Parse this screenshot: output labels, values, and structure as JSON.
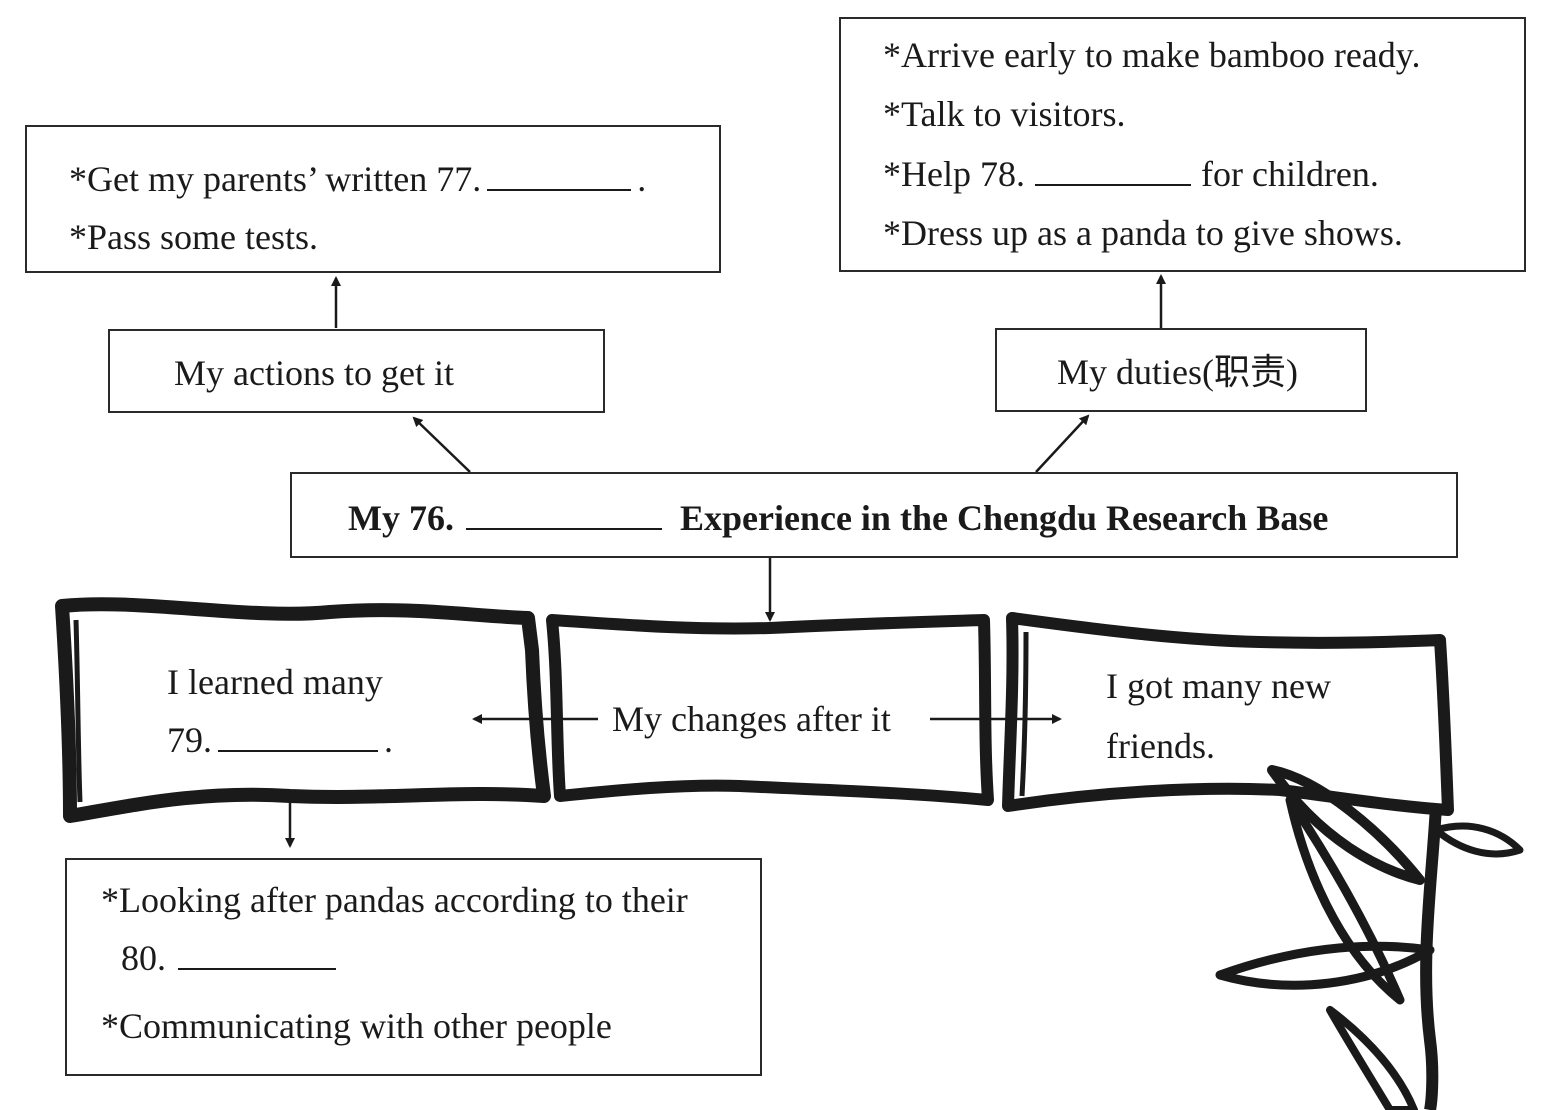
{
  "top_left_box": {
    "line1_prefix": "*Get my parents’ written 77.",
    "line1_suffix": ".",
    "line2": "*Pass some tests."
  },
  "top_right_box": {
    "line1": "*Arrive early to make bamboo ready.",
    "line2": "*Talk to visitors.",
    "line3_prefix": "*Help 78.",
    "line3_suffix": "for children.",
    "line4": "*Dress up as a panda to give shows."
  },
  "actions_box": {
    "label": "My actions to get it"
  },
  "duties_box": {
    "label": "My duties(职责)"
  },
  "title_box": {
    "prefix": "My  76.",
    "suffix": "Experience in the  Chengdu Research Base"
  },
  "changes": {
    "left_line1": "I learned many",
    "left_line2_prefix": "79.",
    "left_line2_suffix": ".",
    "center": "My  changes after it",
    "right_line1": "I got many new",
    "right_line2": "friends."
  },
  "bottom_box": {
    "line1": "*Looking after pandas according to their",
    "line2_prefix": "80.",
    "line3": "*Communicating with other people"
  }
}
